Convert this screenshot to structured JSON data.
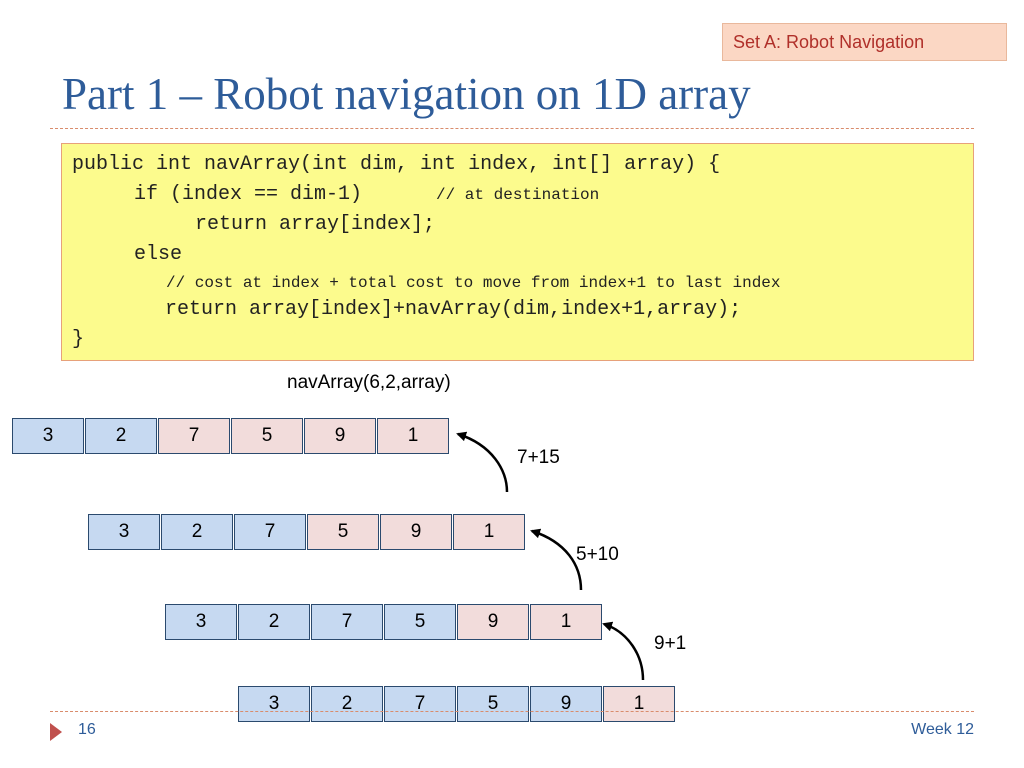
{
  "header": {
    "set_tag": "Set A: Robot Navigation",
    "title": "Part 1 – Robot navigation on 1D array"
  },
  "code_lines": [
    "public int navArray(int dim, int index, int[] array) {",
    "if (index == dim-1)",
    "// at destination",
    "return array[index];",
    "else",
    "// cost at index + total cost to move from index+1 to last index",
    "return array[index]+navArray(dim,index+1,array);",
    "}"
  ],
  "diagram": {
    "call_label": "navArray(6,2,array)",
    "arrays": [
      {
        "values": [
          "3",
          "2",
          "7",
          "5",
          "9",
          "1"
        ],
        "highlight_from": 2
      },
      {
        "values": [
          "3",
          "2",
          "7",
          "5",
          "9",
          "1"
        ],
        "highlight_from": 3
      },
      {
        "values": [
          "3",
          "2",
          "7",
          "5",
          "9",
          "1"
        ],
        "highlight_from": 4
      },
      {
        "values": [
          "3",
          "2",
          "7",
          "5",
          "9",
          "1"
        ],
        "highlight_from": 5
      }
    ],
    "sum_labels": [
      "7+15",
      "5+10",
      "9+1"
    ],
    "colors": {
      "pending_cell": "#c6d9f1",
      "active_cell": "#f2dcdb"
    }
  },
  "footer": {
    "page_number": "16",
    "week": "Week 12"
  }
}
